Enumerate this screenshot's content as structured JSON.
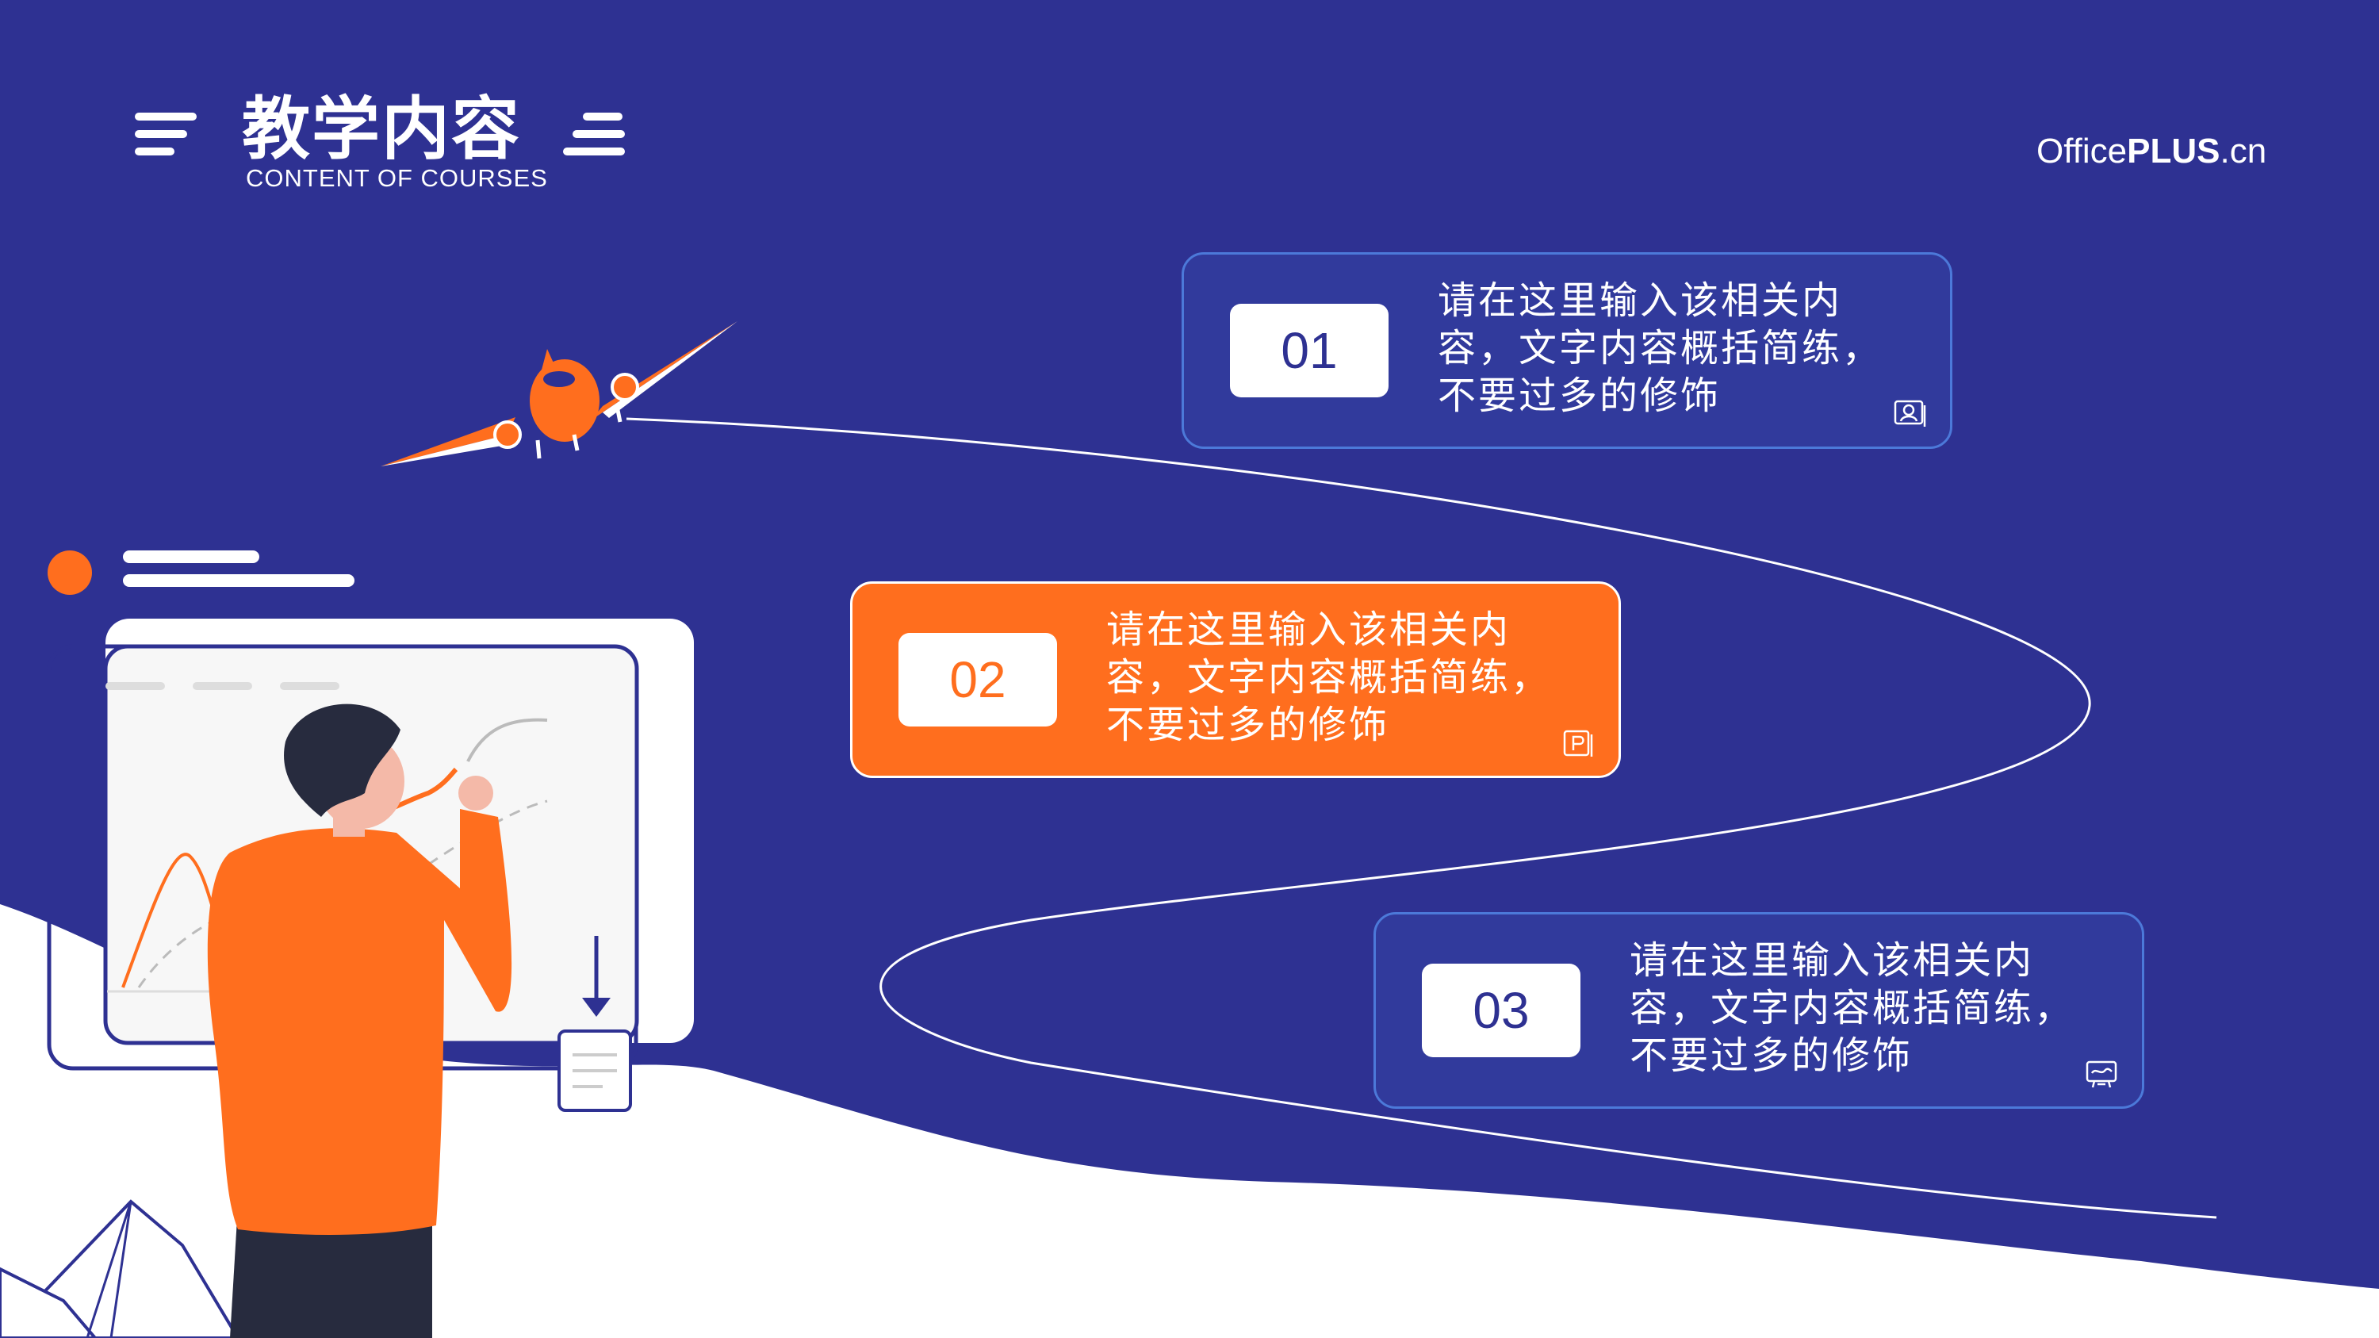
{
  "header": {
    "title": "教学内容",
    "subtitle": "CONTENT OF COURSES",
    "brand_regular": "Office",
    "brand_bold": "PLUS",
    "brand_suffix": ".cn"
  },
  "items": [
    {
      "number": "01",
      "text": "请在这里输入该相关内容，文字内容概括简练，不要过多的修饰",
      "icon": "badge-icon",
      "style": "blue"
    },
    {
      "number": "02",
      "text": "请在这里输入该相关内容，文字内容概括简练，不要过多的修饰",
      "icon": "presentation-icon",
      "style": "orange"
    },
    {
      "number": "03",
      "text": "请在这里输入该相关内容，文字内容概括简练，不要过多的修饰",
      "icon": "certificate-icon",
      "style": "blue"
    }
  ],
  "colors": {
    "background": "#2E3192",
    "accent": "#FF6E1E",
    "card_blue": "#313A9C",
    "card_border": "#4C79D9",
    "white": "#FFFFFF"
  }
}
